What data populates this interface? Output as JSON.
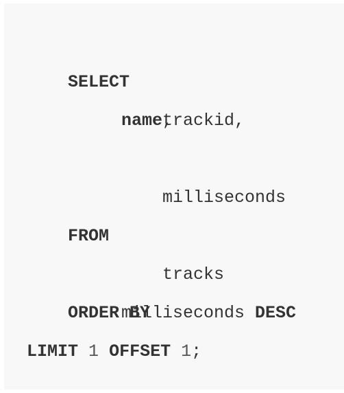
{
  "code": {
    "line1": {
      "kw": "SELECT"
    },
    "line2": {
      "text": "trackid,"
    },
    "line3": {
      "kw": "name",
      "punct": ","
    },
    "line4": {
      "text": "milliseconds"
    },
    "line5": {
      "kw": "FROM"
    },
    "line6": {
      "text": "tracks"
    },
    "line7": {
      "kw": "ORDER BY"
    },
    "line8": {
      "text": "milliseconds ",
      "kw": "DESC"
    },
    "line9": {
      "kw1": "LIMIT",
      "num1": "1",
      "kw2": "OFFSET",
      "num2": "1",
      "punct": ";"
    }
  },
  "colors": {
    "background": "#f8f8f8",
    "text": "#333333"
  }
}
